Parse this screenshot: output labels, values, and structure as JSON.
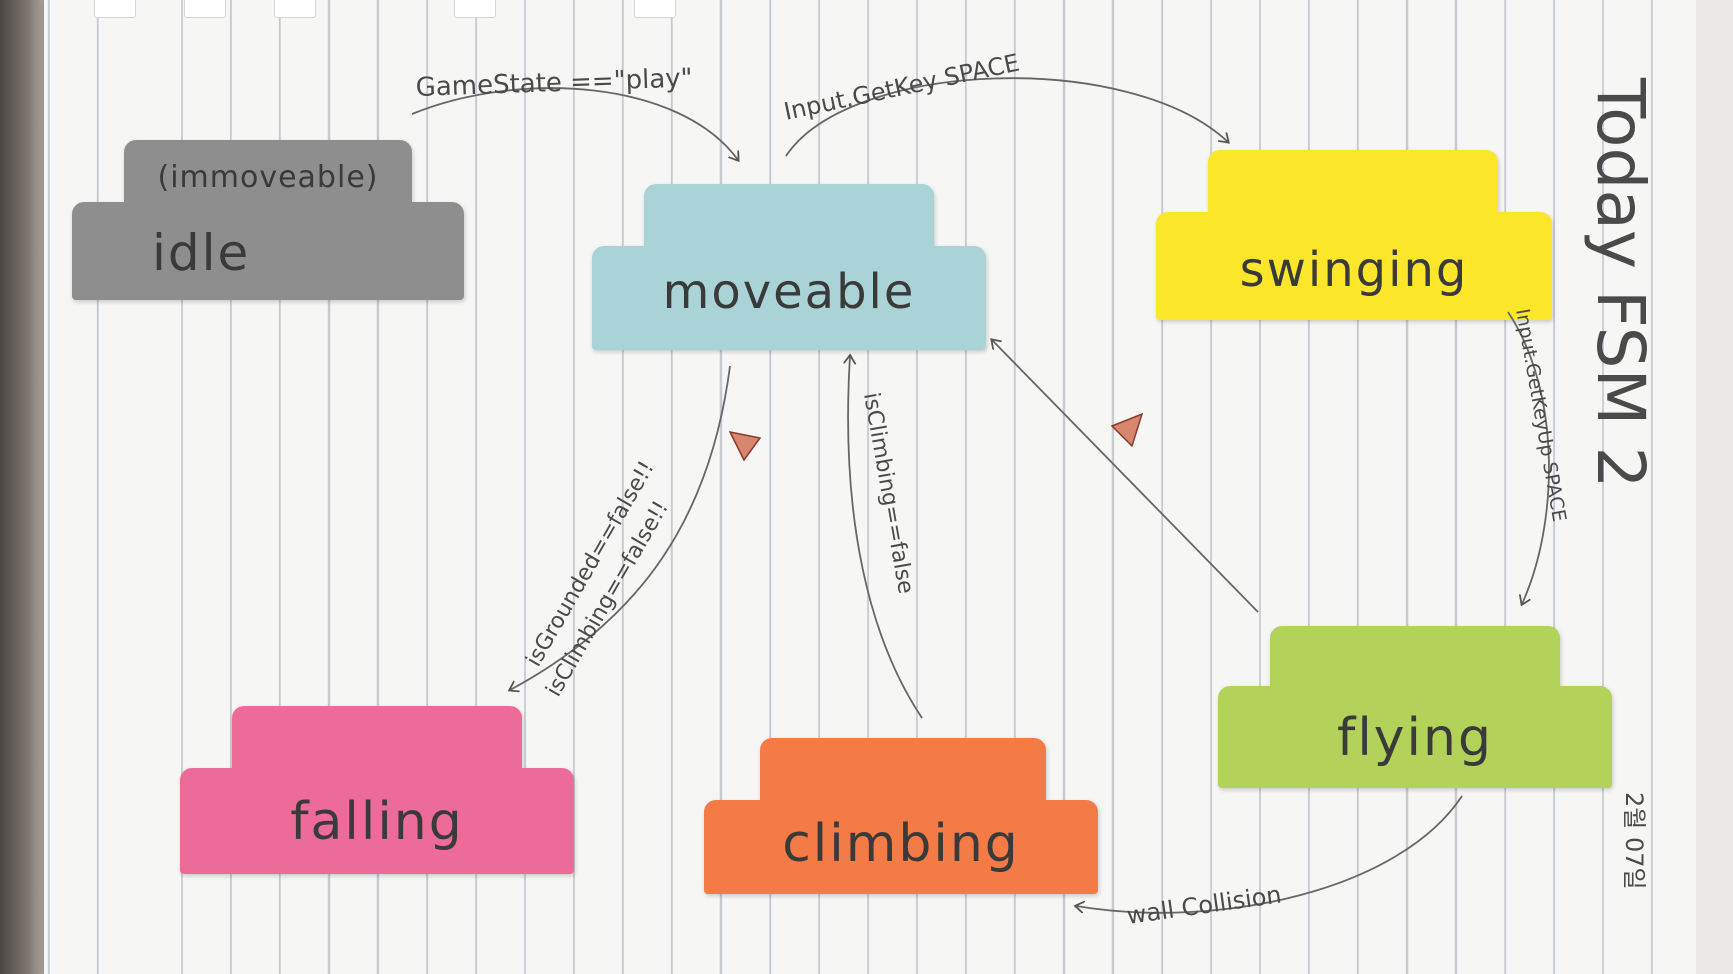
{
  "title": "Today FSM 2",
  "date": "2월 07일",
  "states": {
    "idle": {
      "label": "idle",
      "note": "(immoveable)",
      "color": "#8e8e8e"
    },
    "moveable": {
      "label": "moveable",
      "color": "#a9d3d6"
    },
    "swinging": {
      "label": "swinging",
      "color": "#fbe62a"
    },
    "falling": {
      "label": "falling",
      "color": "#ec6b98"
    },
    "climbing": {
      "label": "climbing",
      "color": "#f47a46"
    },
    "flying": {
      "label": "flying",
      "color": "#b2d25a"
    }
  },
  "transitions": {
    "idle_to_moveable": "GameState ==\"play\"",
    "moveable_to_swinging": "Input.GetKey SPACE",
    "swinging_to_flying": "Input.GetKeyUp SPACE",
    "moveable_to_falling_1": "isGrounded==false!!",
    "moveable_to_falling_2": "isClimbing==false!!",
    "climbing_to_moveable": "isClimbing==false",
    "flying_to_climbing": "wall Collision"
  }
}
